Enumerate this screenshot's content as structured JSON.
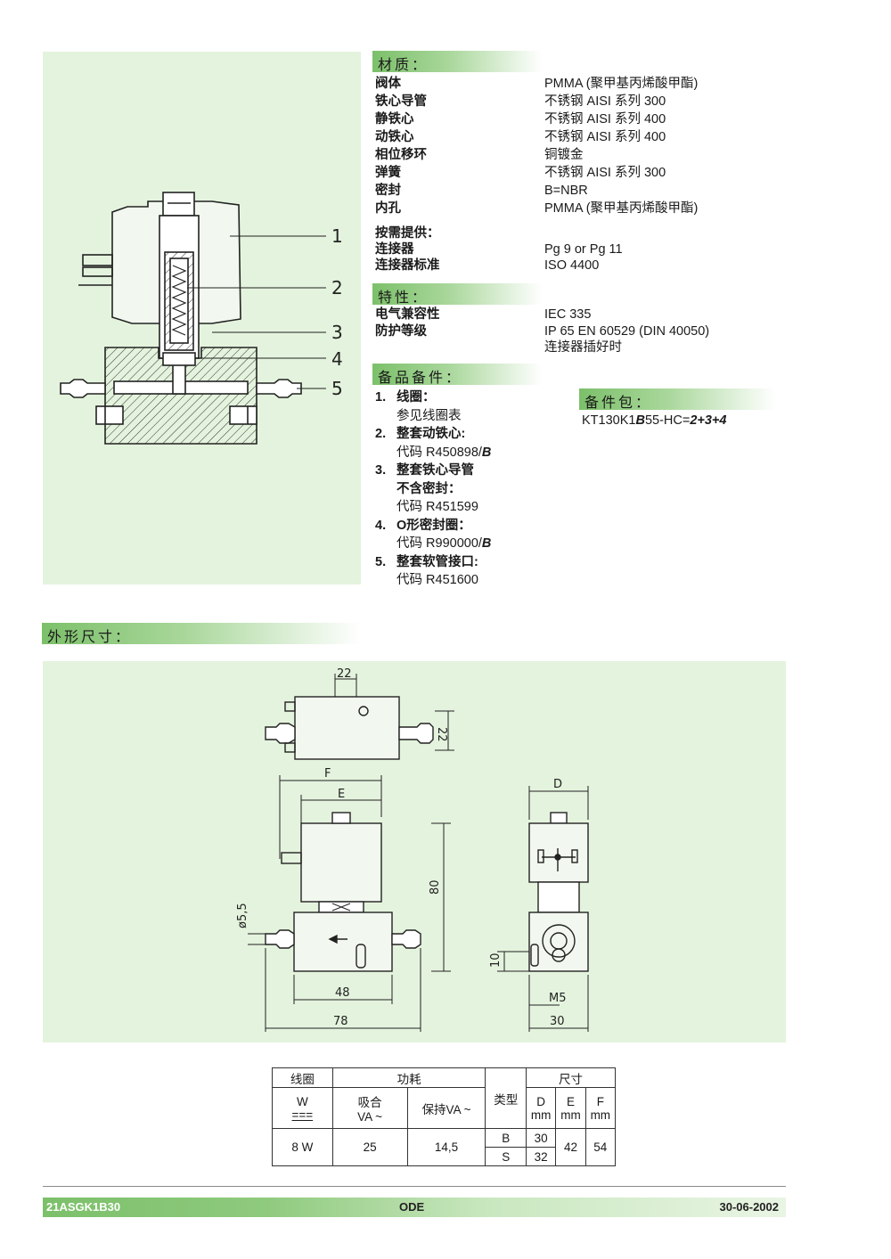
{
  "materials": {
    "header": "材质：",
    "rows": [
      {
        "label": "阀体",
        "value": "PMMA (聚甲基丙烯酸甲酯)"
      },
      {
        "label": "铁心导管",
        "value": "不锈钢 AISI 系列 300"
      },
      {
        "label": "静铁心",
        "value": "不锈钢 AISI 系列 400"
      },
      {
        "label": "动铁心",
        "value": "不锈钢 AISI 系列 400"
      },
      {
        "label": "相位移环",
        "value": "铜镀金"
      },
      {
        "label": "弹簧",
        "value": "不锈钢 AISI 系列 300"
      },
      {
        "label": "密封",
        "value": "B=NBR"
      },
      {
        "label": "内孔",
        "value": "PMMA (聚甲基丙烯酸甲酯)"
      }
    ],
    "on_request_title": "按需提供：",
    "on_request": [
      {
        "label": "连接器",
        "value": "Pg 9 or Pg 11"
      },
      {
        "label": "连接器标准",
        "value": "ISO 4400"
      }
    ]
  },
  "features": {
    "header": "特性：",
    "rows": [
      {
        "label": "电气兼容性",
        "value": "IEC 335"
      },
      {
        "label": "防护等级",
        "value": "IP 65 EN 60529 (DIN 40050)"
      },
      {
        "label": "",
        "value": "连接器插好时"
      }
    ]
  },
  "spares": {
    "header": "备品备件：",
    "items": [
      {
        "num": "1.",
        "title": "线圈：",
        "sub": "参见线圈表",
        "code": "",
        "suffix": ""
      },
      {
        "num": "2.",
        "title": "整套动铁心:",
        "sub": "",
        "code": "代码 R450898/",
        "suffix": "B"
      },
      {
        "num": "3.",
        "title": "整套铁心导管",
        "title2": "不含密封：",
        "sub": "",
        "code": "代码 R451599",
        "suffix": ""
      },
      {
        "num": "4.",
        "title": "O形密封圈：",
        "sub": "",
        "code": "代码 R990000/",
        "suffix": "B"
      },
      {
        "num": "5.",
        "title": "整套软管接口:",
        "sub": "",
        "code": "代码 R451600",
        "suffix": ""
      }
    ]
  },
  "spare_kit": {
    "header": "备件包：",
    "code_a": "KT130K1",
    "code_b": "B",
    "code_c": "55-HC=",
    "code_d": "2+3+4"
  },
  "dimensions_header": "外形尺寸：",
  "drawing_callouts": [
    "1",
    "2",
    "3",
    "4",
    "5"
  ],
  "dimension_labels": {
    "d22_top": "22",
    "d22_side": "22",
    "F": "F",
    "E": "E",
    "d80": "80",
    "phi55": "ø5,5",
    "d48": "48",
    "d78": "78",
    "D": "D",
    "d10": "10",
    "M5": "M5",
    "d30": "30"
  },
  "table": {
    "h_coil": "线圈",
    "h_power": "功耗",
    "h_type": "类型",
    "h_size": "尺寸",
    "w": "W",
    "dc": "===",
    "inrush": "吸合",
    "inrush_unit": "VA ~",
    "holding": "保持VA ~",
    "D": "D",
    "E": "E",
    "F": "F",
    "mm": "mm",
    "row_w": "8 W",
    "row_inrush": "25",
    "row_holding": "14,5",
    "type_b": "B",
    "type_s": "S",
    "d_b": "30",
    "d_s": "32",
    "e": "42",
    "f": "54"
  },
  "footer": {
    "left": "21ASGK1B30",
    "center": "ODE",
    "right": "30-06-2002"
  }
}
